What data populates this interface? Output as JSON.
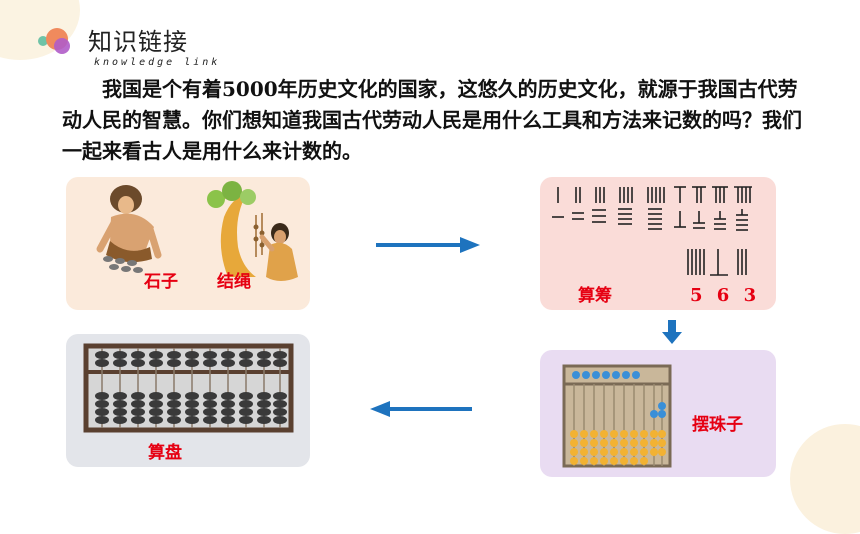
{
  "header": {
    "title": "知识链接",
    "subtitle": "knowledge link"
  },
  "intro_text": "我国是个有着5000年历史文化的国家，这悠久的历史文化，就源于我国古代劳动人民的智慧。你们想知道我国古代劳动人民是用什么工具和方法来记数的吗？我们一起来看古人是用什么来计数的。",
  "panels": {
    "stones_ropes": {
      "label_stones": "石子",
      "label_rope": "结绳"
    },
    "counting_rods": {
      "label": "算筹",
      "number": "5 6 3"
    },
    "beads": {
      "label": "摆珠子"
    },
    "abacus": {
      "label": "算盘"
    }
  },
  "colors": {
    "accent_red": "#e60012",
    "arrow_blue": "#1e73be"
  },
  "icons": [
    "decorative-dots",
    "arrow-right",
    "arrow-down",
    "arrow-left"
  ]
}
